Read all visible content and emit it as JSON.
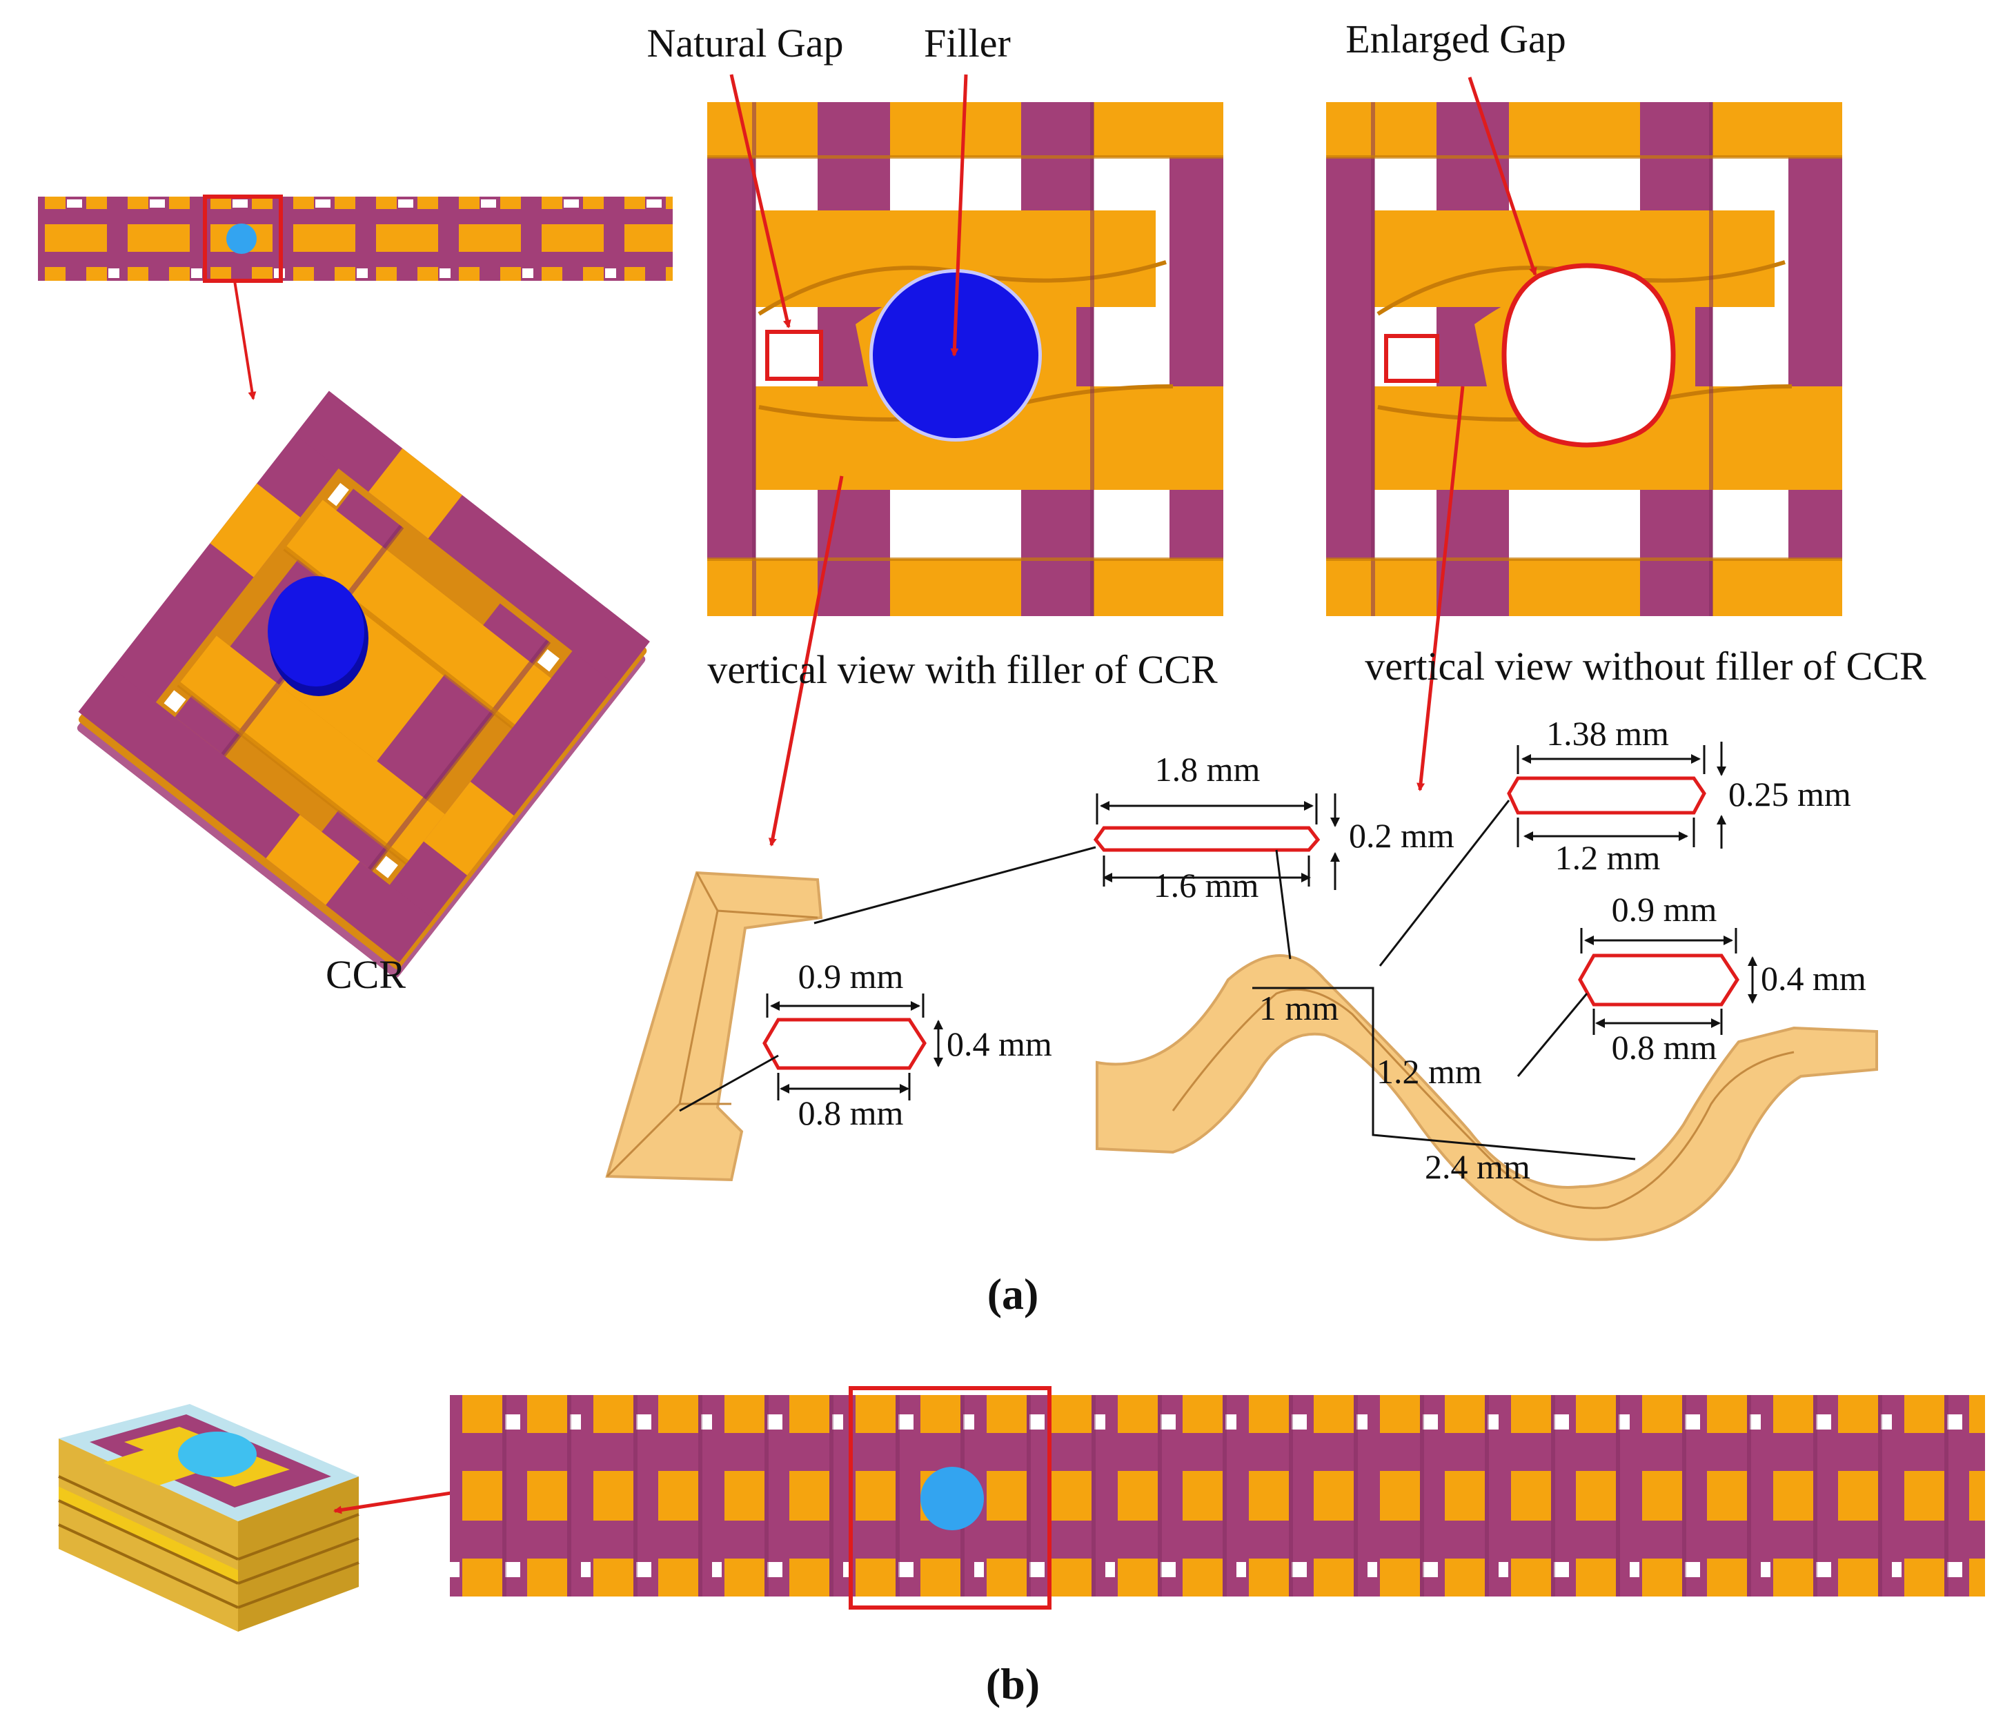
{
  "figure": {
    "labels": {
      "natural_gap": "Natural Gap",
      "filler": "Filler",
      "enlarged_gap": "Enlarged Gap",
      "ccr": "CCR",
      "view_with_filler": "vertical view with filler of  CCR",
      "view_without_filler": "vertical view without filler of  CCR",
      "panel_a": "(a)",
      "panel_b": "(b)"
    },
    "dimensions": {
      "warp_top": "1.8 mm",
      "warp_bottom": "1.6 mm",
      "warp_height": "0.2 mm",
      "weft_top": "1.38 mm",
      "weft_bottom": "1.2 mm",
      "weft_height": "0.25 mm",
      "left_top": "0.9 mm",
      "left_bottom": "0.8 mm",
      "left_height": "0.4 mm",
      "right_top": "0.9 mm",
      "right_bottom": "0.8 mm",
      "right_height": "0.4 mm",
      "wave_1mm": "1 mm",
      "wave_12mm": "1.2 mm",
      "wave_24mm": "2.4 mm"
    },
    "colors": {
      "purple": "#a23f78",
      "purple_dark": "#7e2a5d",
      "orange": "#f5a40f",
      "orange_dark": "#c87c08",
      "yellow": "#f2c81a",
      "filler_blue": "#1414e6",
      "filler_light_blue": "#33a4f0",
      "annotation_red": "#e01c1c",
      "yarn_light": "#f6c77a"
    }
  }
}
